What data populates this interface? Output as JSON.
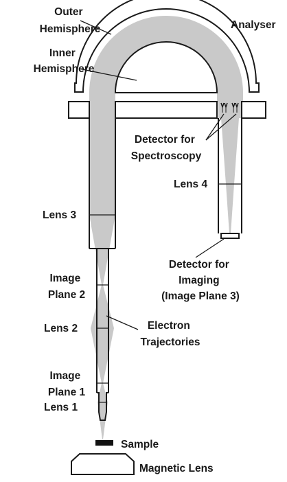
{
  "labels": {
    "outer": [
      "Outer",
      "Hemisphere"
    ],
    "analyser": "Analyser",
    "inner": [
      "Inner",
      "Hemisphere"
    ],
    "detector_spec": [
      "Detector for",
      "Spectroscopy"
    ],
    "lens4": "Lens 4",
    "lens3": "Lens 3",
    "detector_img": [
      "Detector for",
      "Imaging",
      "(Image Plane 3)"
    ],
    "image_plane2": [
      "Image",
      "Plane 2"
    ],
    "lens2": "Lens 2",
    "electron": [
      "Electron",
      "Trajectories"
    ],
    "image_plane1": [
      "Image",
      "Plane 1"
    ],
    "lens1": "Lens 1",
    "sample": "Sample",
    "magnetic_lens": "Magnetic Lens"
  },
  "colors": {
    "beam": "#c9c9c9",
    "line": "#1a1a1a",
    "background": "#ffffff"
  }
}
